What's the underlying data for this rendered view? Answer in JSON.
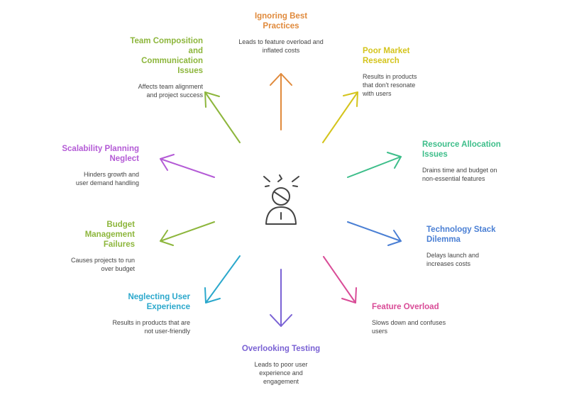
{
  "center": {
    "icon": "stressed-person-icon",
    "color": "#444444"
  },
  "nodes": [
    {
      "id": "ignoring-best-practices",
      "title": "Ignoring Best Practices",
      "desc": "Leads to feature overload and inflated costs",
      "color": "#E08A3C",
      "arrow": "arrow-up-icon"
    },
    {
      "id": "poor-market-research",
      "title": "Poor Market Research",
      "desc": "Results in products that don't resonate with users",
      "color": "#D4C41C",
      "arrow": "arrow-up-right-icon"
    },
    {
      "id": "resource-allocation-issues",
      "title": "Resource Allocation Issues",
      "desc": "Drains time and budget on non-essential features",
      "color": "#3DBE8A",
      "arrow": "arrow-right-icon"
    },
    {
      "id": "technology-stack-dilemma",
      "title": "Technology Stack Dilemma",
      "desc": "Delays launch and increases costs",
      "color": "#4A7FD4",
      "arrow": "arrow-right-icon"
    },
    {
      "id": "feature-overload",
      "title": "Feature Overload",
      "desc": "Slows down and confuses users",
      "color": "#D94C97",
      "arrow": "arrow-down-right-icon"
    },
    {
      "id": "overlooking-testing",
      "title": "Overlooking Testing",
      "desc": "Leads to poor user experience and engagement",
      "color": "#7A62D4",
      "arrow": "arrow-down-icon"
    },
    {
      "id": "neglecting-user-experience",
      "title": "Neglecting User Experience",
      "desc": "Results in products that are not user-friendly",
      "color": "#2BA8CC",
      "arrow": "arrow-down-left-icon"
    },
    {
      "id": "budget-management-failures",
      "title": "Budget Management Failures",
      "desc": "Causes projects to run over budget",
      "color": "#8DB63C",
      "arrow": "arrow-left-icon"
    },
    {
      "id": "scalability-planning-neglect",
      "title": "Scalability Planning Neglect",
      "desc": "Hinders growth and user demand handling",
      "color": "#B45BD6",
      "arrow": "arrow-left-icon"
    },
    {
      "id": "team-composition-communication",
      "title": "Team Composition and Communication Issues",
      "desc": "Affects team alignment and project success",
      "color": "#8DB63C",
      "arrow": "arrow-up-left-icon"
    }
  ]
}
